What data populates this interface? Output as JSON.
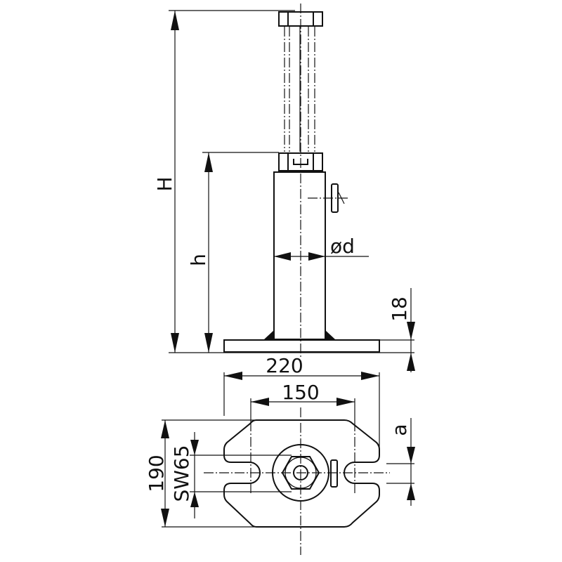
{
  "labels": {
    "H": "H",
    "h": "h",
    "d": "ød",
    "plate_thickness": "18",
    "width_220": "220",
    "width_150": "150",
    "depth_190": "190",
    "wrench_size": "SW65",
    "a": "a"
  }
}
